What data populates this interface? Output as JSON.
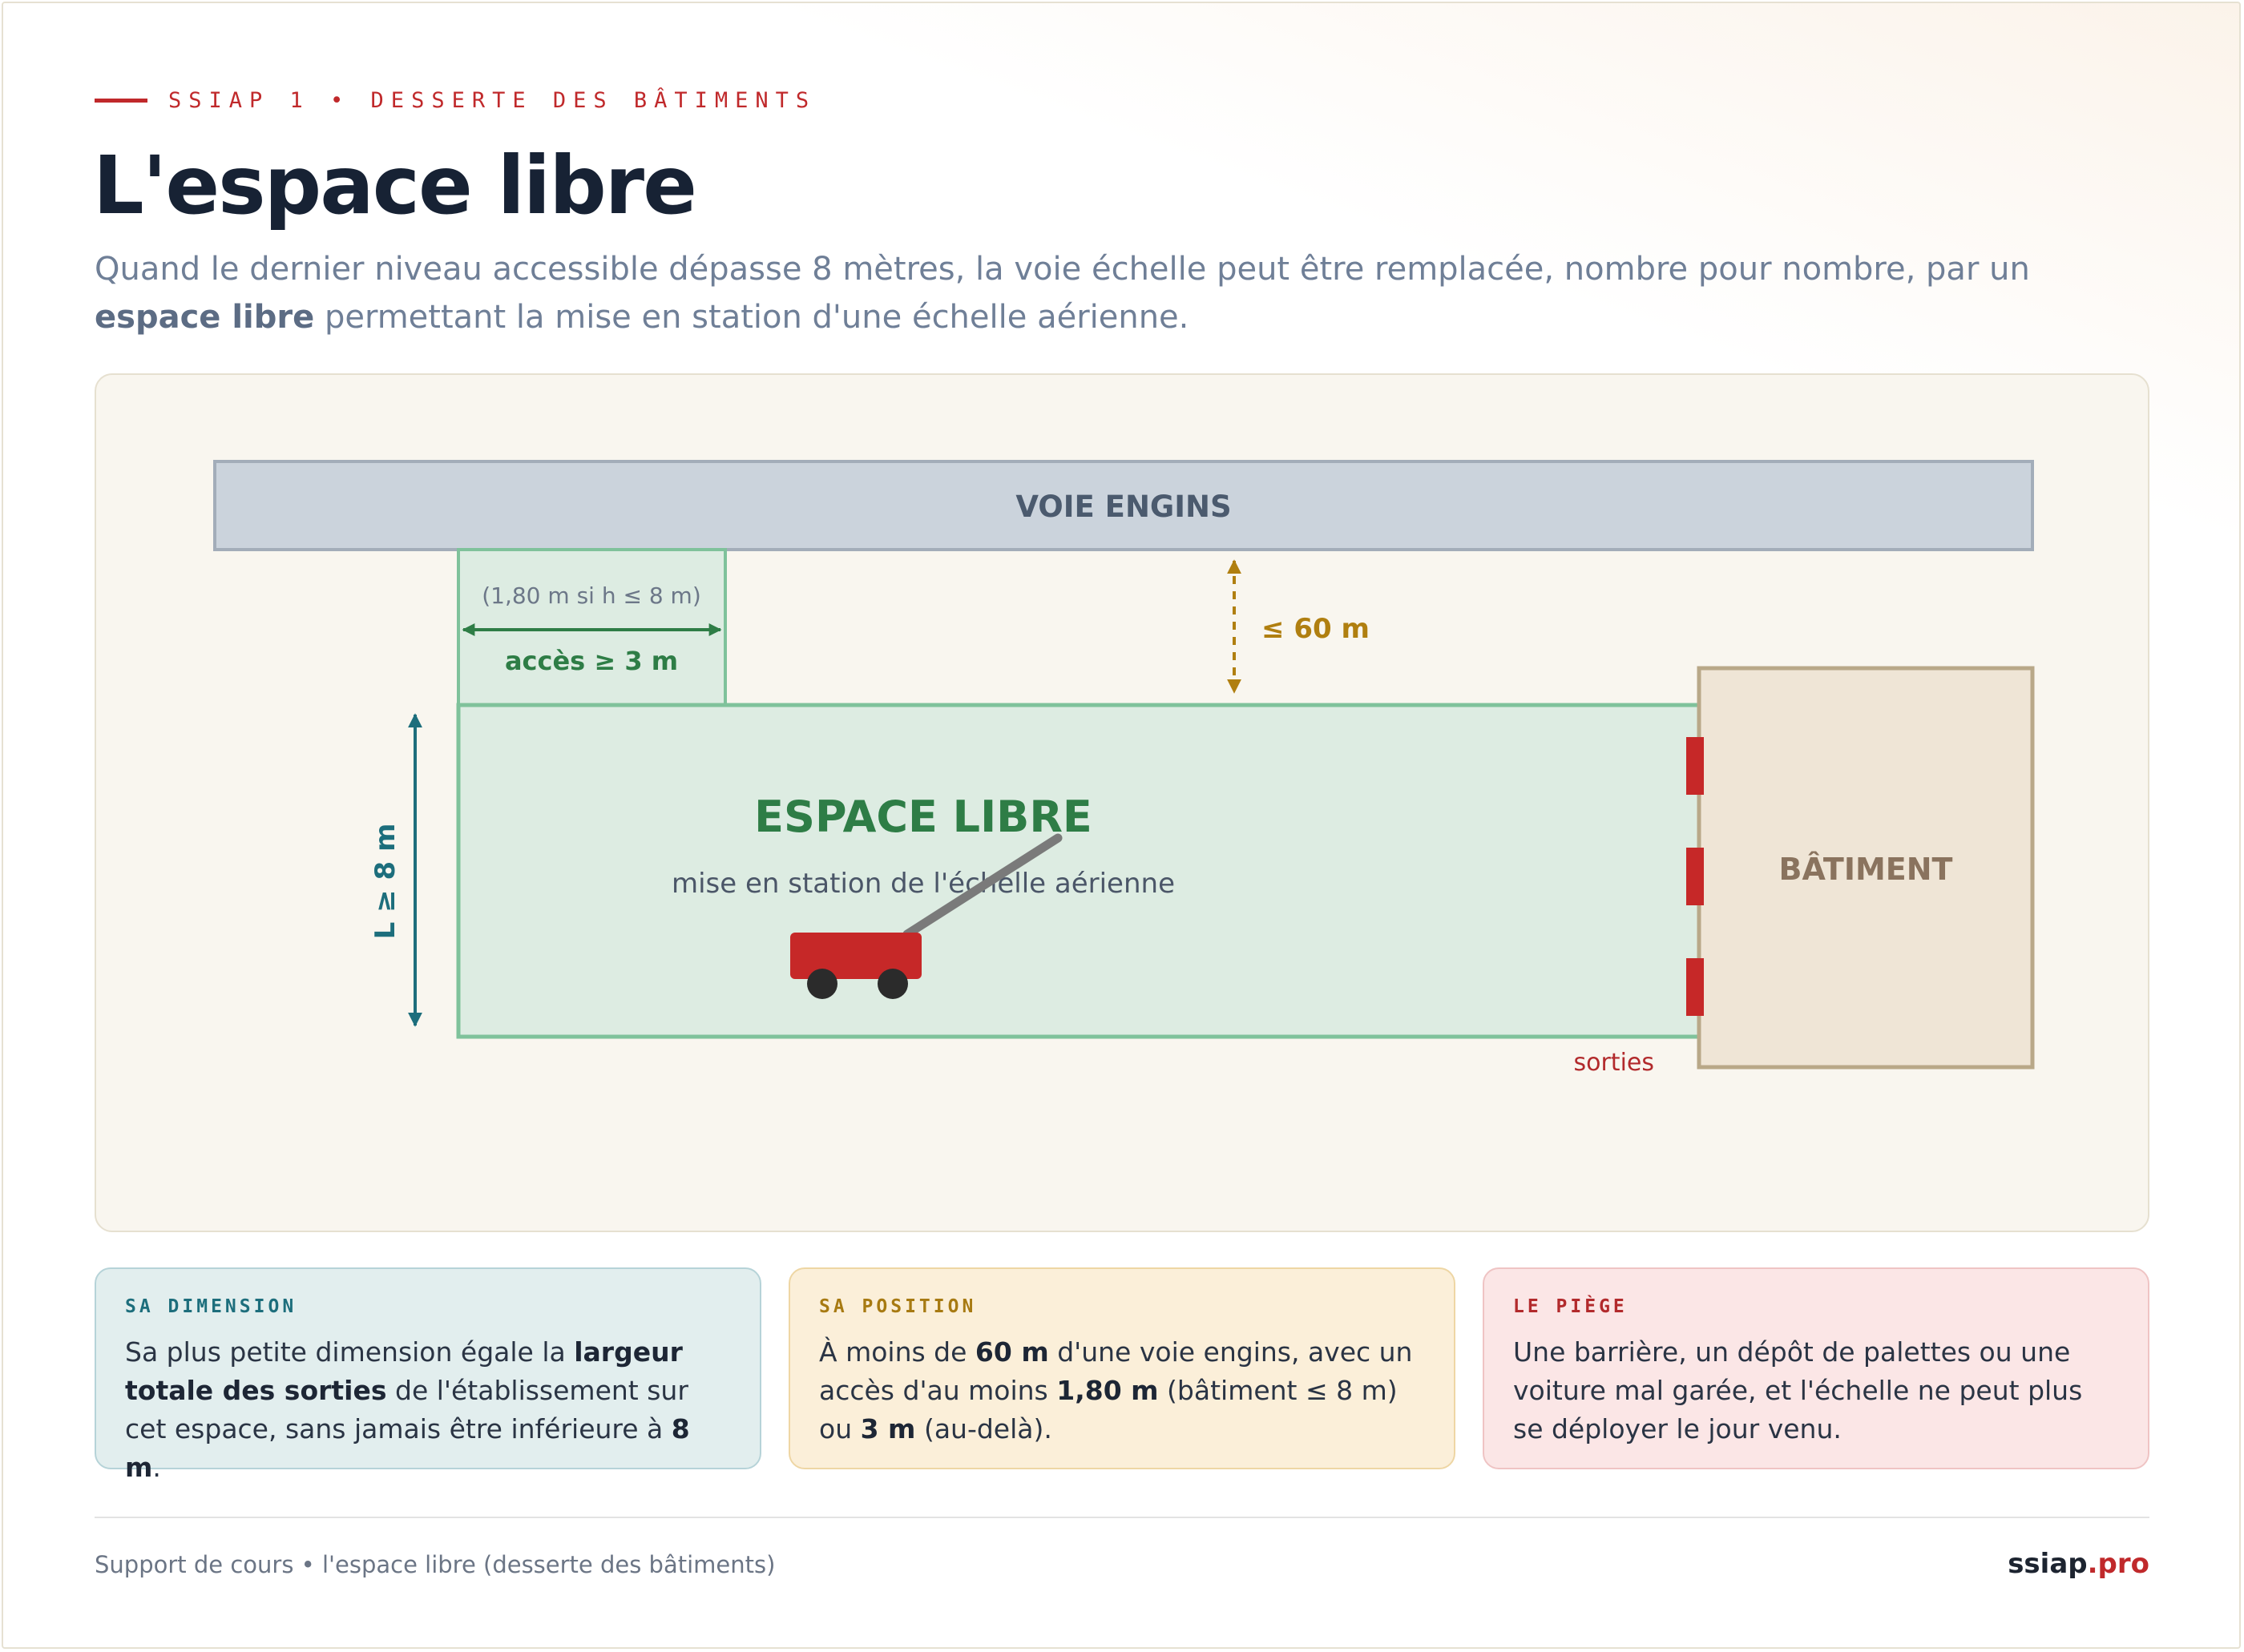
{
  "header": {
    "kicker": "SSIAP 1 • DESSERTE DES BÂTIMENTS",
    "title": "L'espace libre",
    "intro_1": "Quand le dernier niveau accessible dépasse 8 mètres, la voie échelle peut être remplacée, nombre pour nombre, par un ",
    "intro_bold": "espace libre",
    "intro_2": " permettant la mise en station d'une échelle aérienne."
  },
  "diagram": {
    "road_label": "VOIE ENGINS",
    "access_note": "(1,80 m si h ≤ 8 m)",
    "access_label": "accès ≥ 3 m",
    "distance_label": "≤ 60 m",
    "length_label": "L ≥ 8 m",
    "zone_title": "ESPACE LIBRE",
    "zone_subtitle": "mise en station de l'échelle aérienne",
    "building_label": "BÂTIMENT",
    "exits_label": "sorties",
    "colors": {
      "road": "#cbd3dc",
      "zone": "#ddece2",
      "zone_border": "#7fc29b",
      "green": "#2e7d46",
      "gold": "#b07f10",
      "teal": "#1d6e7c",
      "building": "#efe5d6",
      "red": "#c62828"
    }
  },
  "cards": {
    "dimension": {
      "title": "SA DIMENSION",
      "t1": "Sa plus petite dimension égale la ",
      "b1": "largeur totale des sorties",
      "t2": " de l'établissement sur cet espace, sans jamais être inférieure à ",
      "b2": "8 m",
      "t3": "."
    },
    "position": {
      "title": "SA POSITION",
      "t1": "À moins de ",
      "b1": "60 m",
      "t2": " d'une voie engins, avec un accès d'au moins ",
      "b2": "1,80 m",
      "t3": " (bâtiment ≤ 8 m) ou ",
      "b3": "3 m",
      "t4": " (au-delà)."
    },
    "trap": {
      "title": "LE PIÈGE",
      "text": "Une barrière, un dépôt de palettes ou une voiture mal garée, et l'échelle ne peut plus se déployer le jour venu."
    }
  },
  "footer": {
    "left": "Support de cours • l'espace libre (desserte des bâtiments)",
    "brand_main": "ssiap",
    "brand_accent": ".pro"
  }
}
